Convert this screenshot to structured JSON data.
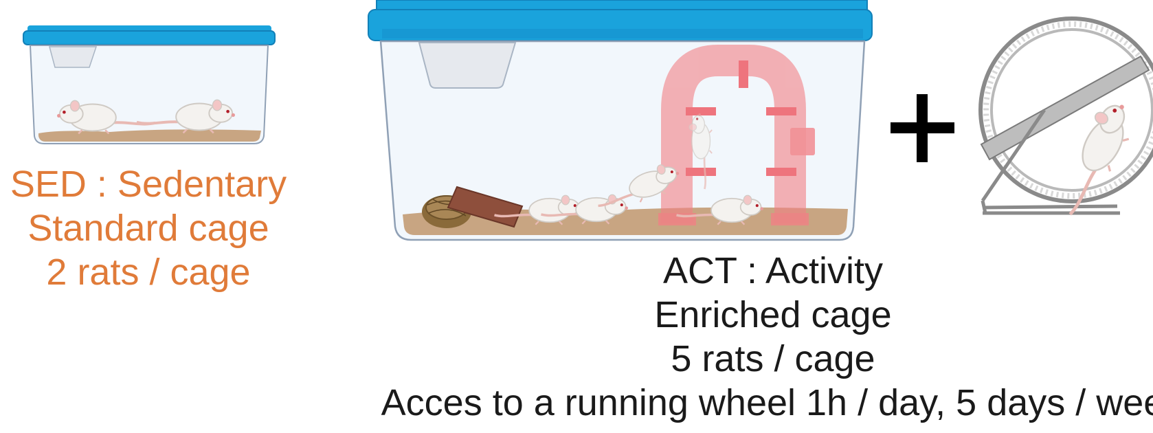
{
  "groups": {
    "sed": {
      "line1": "SED : Sedentary",
      "line2": "Standard cage",
      "line3": "2 rats / cage",
      "color": "#e07b39"
    },
    "act": {
      "line1": "ACT : Activity",
      "line2": "Enriched cage",
      "line3": "5 rats / cage",
      "line4": "Acces to a running wheel 1h / day, 5 days / wee",
      "color": "#1a1a1a"
    }
  },
  "symbols": {
    "plus": "+"
  },
  "colors": {
    "lid": "#1aa3dc",
    "lid_dark": "#1280b8",
    "cage_body": "#f2f7fc",
    "bedding": "#c8a582",
    "tunnel": "#f27f85",
    "rat": "#f4f2ef",
    "wheel": "#8a8a8a"
  }
}
